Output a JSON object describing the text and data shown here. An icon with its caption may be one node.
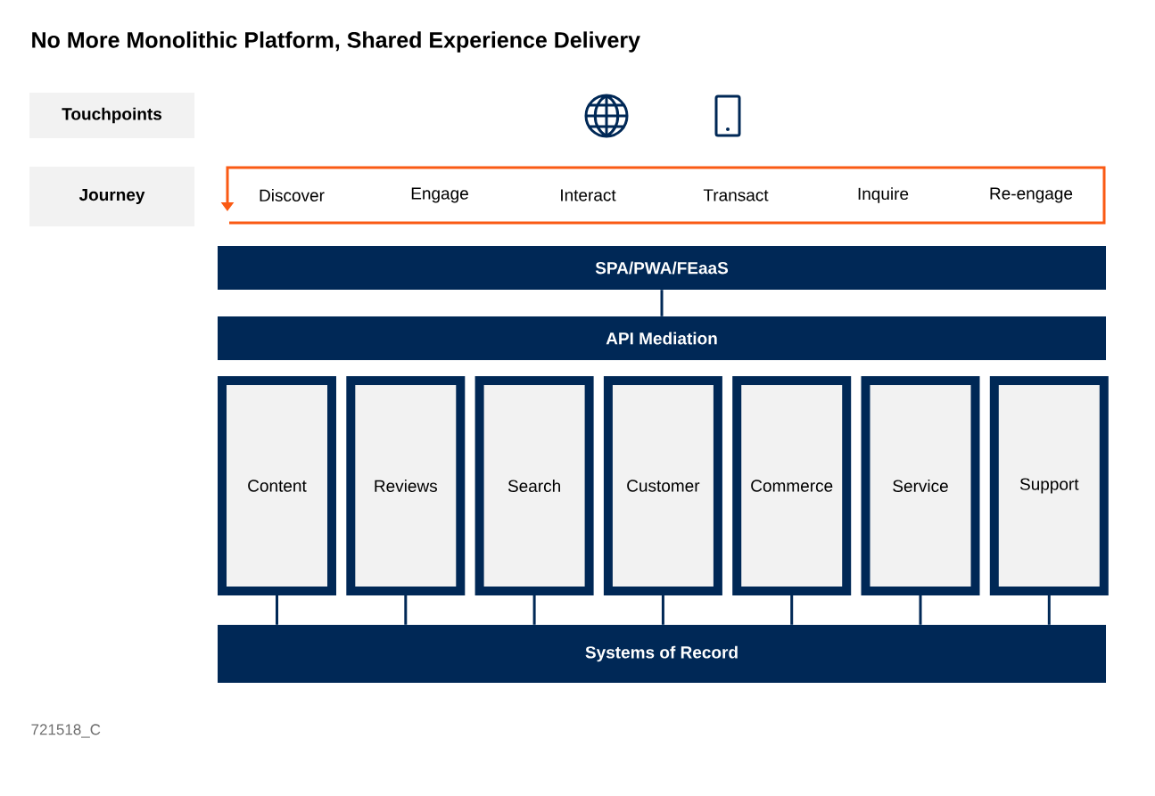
{
  "diagram": {
    "title": "No More Monolithic Platform, Shared Experience Delivery",
    "nodes": [
      {
        "text": [
          "Touchpoints"
        ]
      },
      {
        "text": [
          "Journey"
        ]
      },
      {
        "text": [
          "SPA/PWA/FEaaS"
        ]
      },
      {
        "text": [
          "API Mediation"
        ]
      },
      {
        "text": [
          "Content"
        ]
      },
      {
        "text": [
          "Reviews"
        ]
      },
      {
        "text": [
          "Search"
        ]
      },
      {
        "text": [
          "Customer"
        ]
      },
      {
        "text": [
          "Commerce"
        ]
      },
      {
        "text": [
          "Service"
        ]
      },
      {
        "text": [
          "Support"
        ]
      },
      {
        "text": [
          "Systems of Record"
        ]
      }
    ],
    "edges": [
      {
        "from": 2,
        "to": 3,
        "arrow": "none"
      },
      {
        "from": 4,
        "to": 11,
        "arrow": "none"
      },
      {
        "from": 5,
        "to": 11,
        "arrow": "none"
      },
      {
        "from": 6,
        "to": 11,
        "arrow": "none"
      },
      {
        "from": 7,
        "to": 11,
        "arrow": "none"
      },
      {
        "from": 8,
        "to": 11,
        "arrow": "none"
      },
      {
        "from": 9,
        "to": 11,
        "arrow": "none"
      },
      {
        "from": 10,
        "to": 11,
        "arrow": "none"
      }
    ],
    "labels": [
      "Discover",
      "Engage",
      "Interact",
      "Transact",
      "Inquire",
      "Re-engage",
      "721518_C"
    ]
  }
}
